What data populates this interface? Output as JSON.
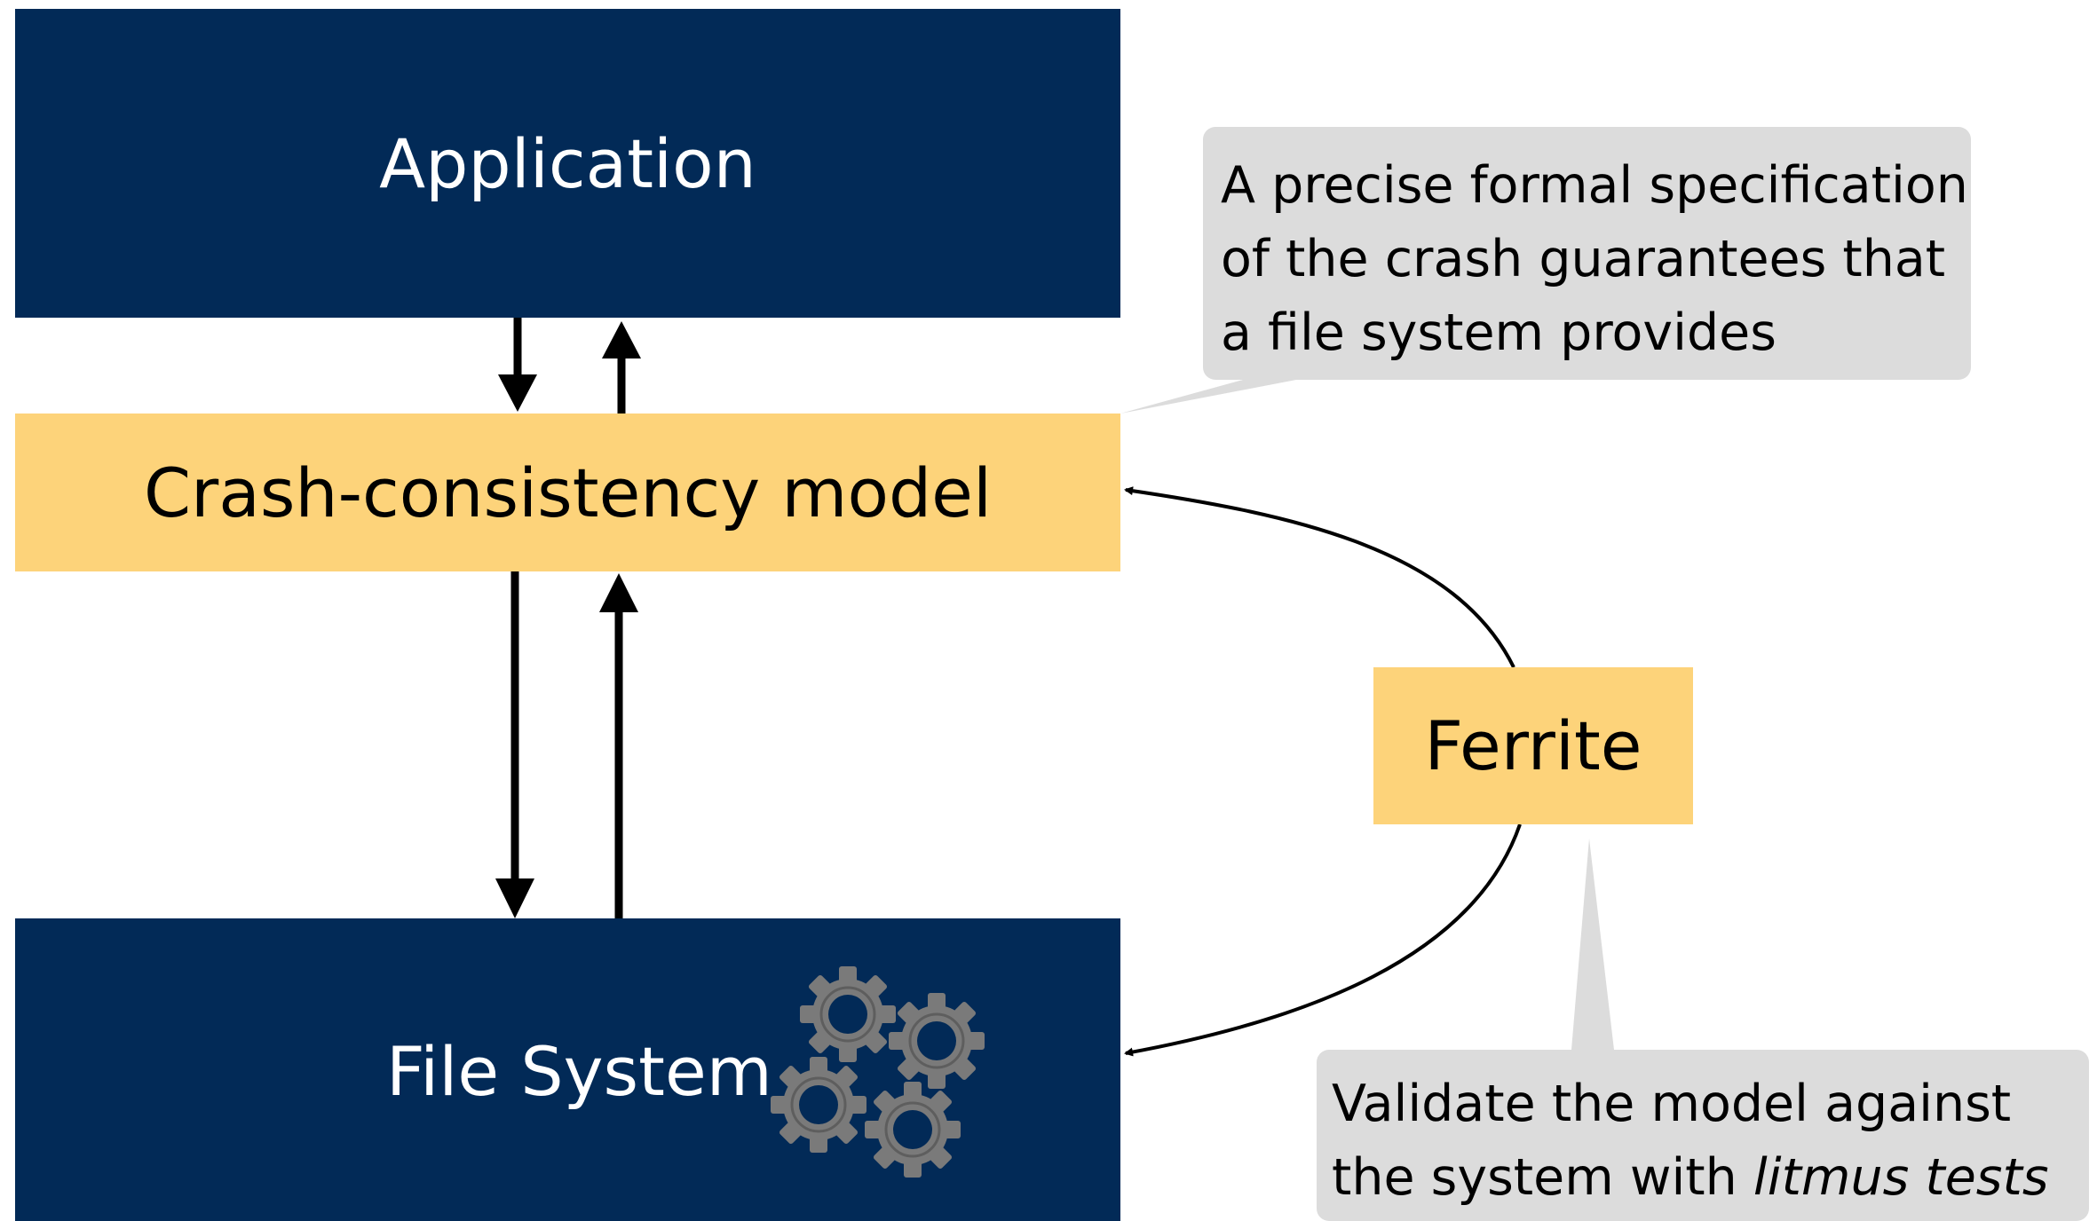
{
  "application": {
    "label": "Application"
  },
  "model": {
    "label": "Crash-consistency model"
  },
  "file_system": {
    "label": "File System"
  },
  "ferrite": {
    "label": "Ferrite"
  },
  "callouts": {
    "top": "A precise formal specification of the crash guarantees that a file system provides",
    "bottom_prefix": "Validate the model against the system with ",
    "bottom_italic": "litmus tests"
  },
  "icons": {
    "gears": "gears-icon"
  },
  "colors": {
    "navy": "#022a57",
    "yellow": "#fdd37a",
    "callout": "#dcdcdc",
    "gear": "#7a7a7a"
  }
}
